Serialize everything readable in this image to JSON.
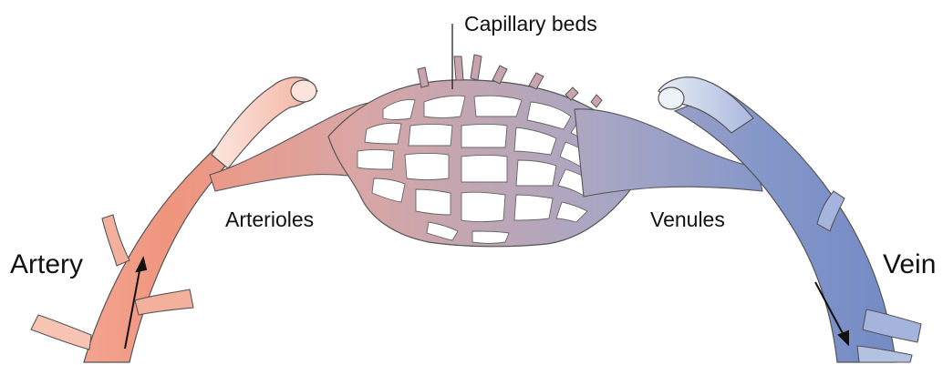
{
  "labels": {
    "capillary": "Capillary beds",
    "arterioles": "Arterioles",
    "venules": "Venules",
    "artery": "Artery",
    "vein": "Vein"
  },
  "colors": {
    "artery": "#f0957e",
    "artery_light": "#f8d3c7",
    "capillary": "#b8a0ad",
    "vein": "#8296c9",
    "vein_light": "#d3dcef",
    "outline": "#444444",
    "hole": "#ffffff"
  },
  "icons": {
    "flow_in": "arrow-up-right-icon",
    "flow_out": "arrow-down-right-icon"
  }
}
